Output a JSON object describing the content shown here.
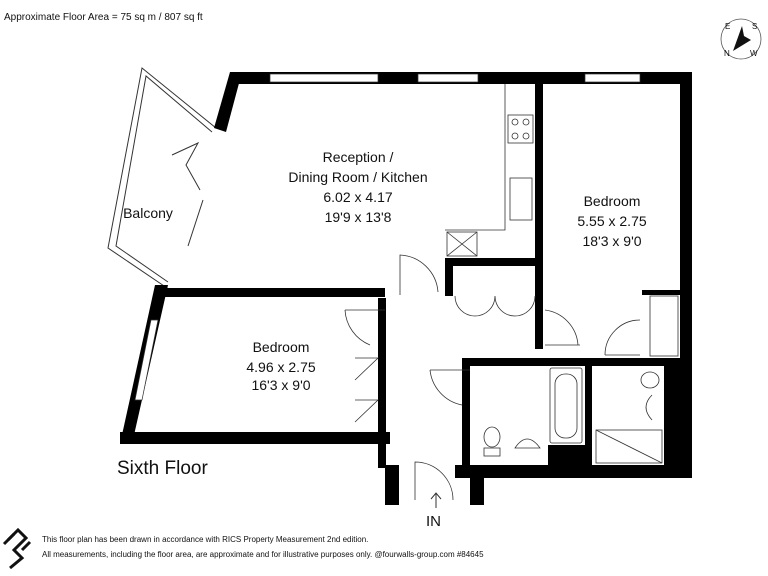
{
  "header": {
    "floor_area": "Approximate Floor Area = 75 sq m / 807 sq ft"
  },
  "compass": {
    "labels": [
      "E",
      "S",
      "N",
      "W"
    ]
  },
  "rooms": {
    "reception": {
      "name1": "Reception /",
      "name2": "Dining Room / Kitchen",
      "metric": "6.02 x 4.17",
      "imperial": "19'9 x 13'8"
    },
    "balcony": {
      "name": "Balcony"
    },
    "bedroom_right": {
      "name": "Bedroom",
      "metric": "5.55 x 2.75",
      "imperial": "18'3 x 9'0"
    },
    "bedroom_left": {
      "name": "Bedroom",
      "metric": "4.96 x 2.75",
      "imperial": "16'3 x 9'0"
    }
  },
  "floor_label": "Sixth Floor",
  "entrance_label": "IN",
  "footer": {
    "line1": "This floor plan has been drawn in accordance with RICS Property Measurement 2nd edition.",
    "line2": "All measurements, including the floor area, are approximate and for illustrative purposes only. @fourwalls-group.com #84645"
  }
}
